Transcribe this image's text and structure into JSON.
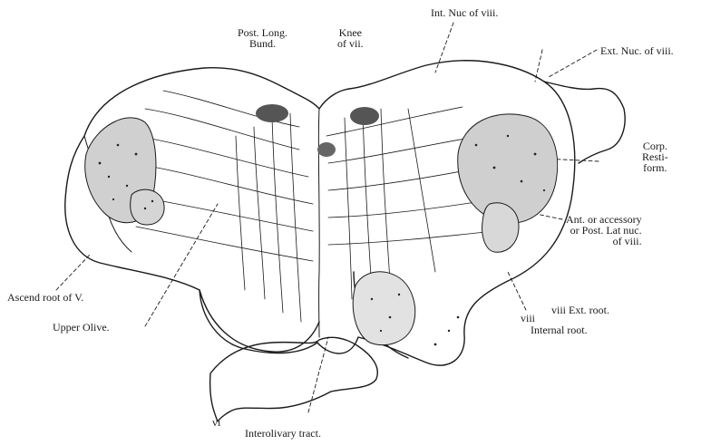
{
  "figure": {
    "labels": {
      "post_long_bund": [
        "Post. Long.",
        "Bund."
      ],
      "knee_of_vii": [
        "Knee",
        "of vii."
      ],
      "int_nuc_viii": "Int. Nuc of viii.",
      "ext_nuc_viii": "Ext. Nuc. of viii.",
      "corp_restiform": [
        "Corp.",
        "Resti-",
        "form."
      ],
      "ant_accessory": [
        "Ant. or accessory",
        "or Post. Lat nuc.",
        "of viii."
      ],
      "viii_ext_root": "viii Ext. root.",
      "viii": "viii",
      "internal_root": "Internal root.",
      "ascend_root_v": "Ascend root of V.",
      "upper_olive": "Upper Olive.",
      "interolivary_tract": "Interolivary tract.",
      "vi": "vi"
    },
    "colors": {
      "ink": "#1a1a1a",
      "paper": "#ffffff"
    }
  }
}
